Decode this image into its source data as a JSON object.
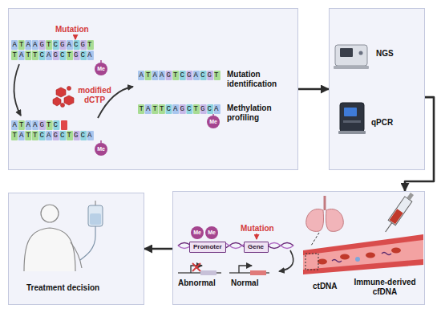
{
  "diagram": {
    "nodes": [
      {
        "text": [
          "Mutation",
          "modified dCTP",
          "Mutation identification",
          "Methylation profiling"
        ]
      },
      {
        "text": [
          "NGS",
          "qPCR"
        ]
      },
      {
        "text": [
          "Mutation",
          "Abnormal",
          "Normal",
          "ctDNA",
          "Immune-derived cfDNA"
        ]
      },
      {
        "text": [
          "Promoter"
        ],
        "in": 2
      },
      {
        "text": [
          "Gene"
        ],
        "in": 2
      },
      {
        "text": [
          "Treatment decision"
        ]
      }
    ],
    "edges": [
      {
        "from": 0,
        "to": 1,
        "arrow": "to"
      },
      {
        "from": 1,
        "to": 2,
        "arrow": "to"
      },
      {
        "from": 2,
        "to": 5,
        "arrow": "to"
      }
    ],
    "labels": [
      "ATAAGTCGACGT",
      "TATTCAGCTGCA",
      "ATAAGTC",
      "TATTCAGCTGCA",
      "ATAAGTCGACGT",
      "TATTCAGCTGCA",
      "Me",
      "Me",
      "Me",
      "Me",
      "Me"
    ]
  }
}
